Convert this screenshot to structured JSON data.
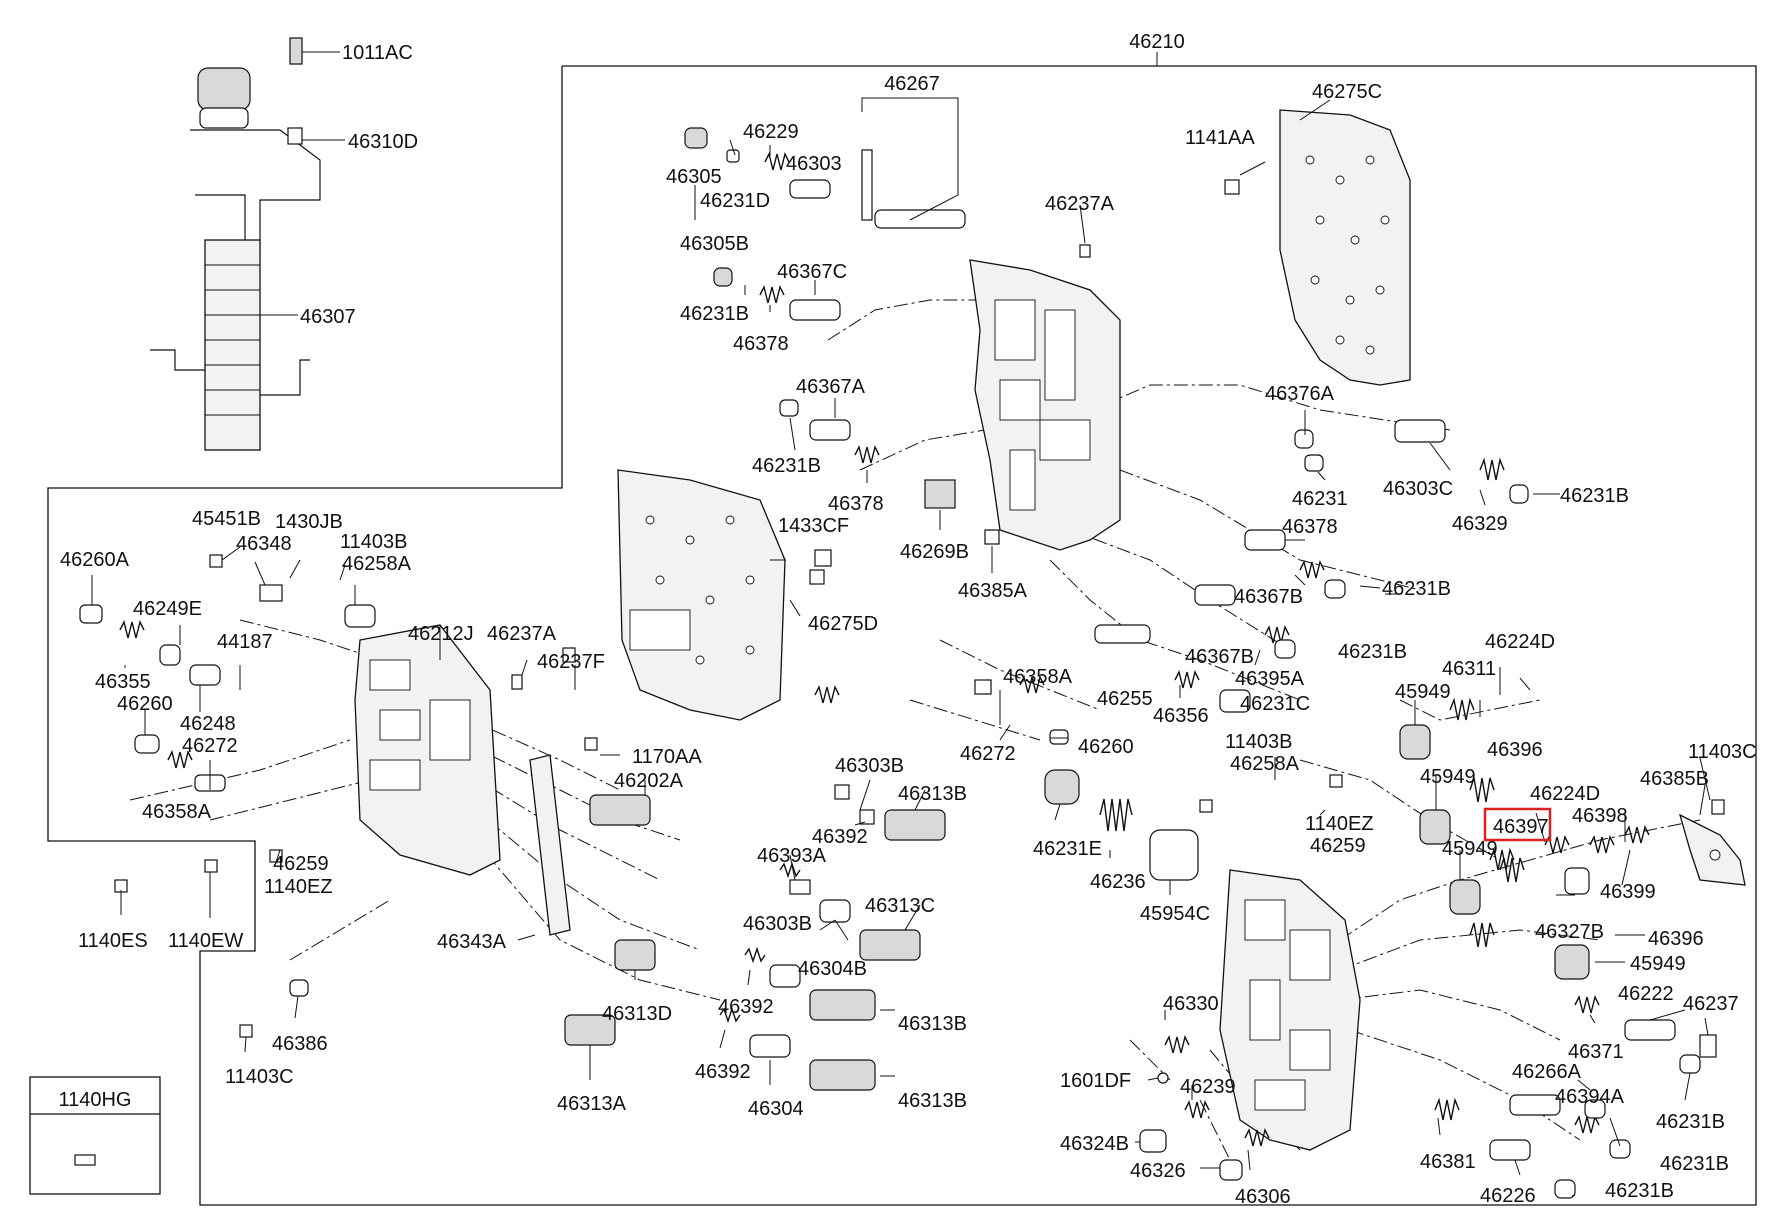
{
  "labels": {
    "p46210": "46210",
    "p1011AC": "1011AC",
    "p46310D": "46310D",
    "p46307": "46307",
    "p46267": "46267",
    "p46275C_top": "46275C",
    "p46229": "46229",
    "p46303_top": "46303",
    "p46305": "46305",
    "p46231D": "46231D",
    "p46305B": "46305B",
    "p1141AA": "1141AA",
    "p46237A_top": "46237A",
    "p46367C": "46367C",
    "p46231B_a": "46231B",
    "p46378_a": "46378",
    "p46367A": "46367A",
    "p46231B_b": "46231B",
    "p46378_b": "46378",
    "p46269B": "46269B",
    "p46385A": "46385A",
    "p46376A": "46376A",
    "p46231_mid": "46231",
    "p46303C": "46303C",
    "p46329": "46329",
    "p46231B_c": "46231B",
    "p46378_c": "46378",
    "p46367B_a": "46367B",
    "p46231B_d": "46231B",
    "p46367B_b": "46367B",
    "p46231B_e": "46231B",
    "p46395A": "46395A",
    "p46231C": "46231C",
    "p46255": "46255",
    "p46356": "46356",
    "p1433CF": "1433CF",
    "p46275D": "46275D",
    "p45451B": "45451B",
    "p1430JB": "1430JB",
    "p11403B_a": "11403B",
    "p46348": "46348",
    "p46258A_a": "46258A",
    "p46260A": "46260A",
    "p46249E": "46249E",
    "p46212J": "46212J",
    "p46237A_mid": "46237A",
    "p44187": "44187",
    "p46237F": "46237F",
    "p46355": "46355",
    "p46260_a": "46260",
    "p46248": "46248",
    "p46272_a": "46272",
    "p46358A_a": "46358A",
    "p46358A_b": "46358A",
    "p46272_b": "46272",
    "p46260_b": "46260",
    "p1170AA": "1170AA",
    "p46202A": "46202A",
    "p11403B_b": "11403B",
    "p46258A_b": "46258A",
    "p1140EZ_a": "1140EZ",
    "p46259_a": "46259",
    "p46303B_a": "46303B",
    "p46313B_a": "46313B",
    "p46392_a": "46392",
    "p46393A": "46393A",
    "p46303B_b": "46303B",
    "p46313C": "46313C",
    "p46304B": "46304B",
    "p46343A": "46343A",
    "p46313D": "46313D",
    "p46392_b": "46392",
    "p46313B_b": "46313B",
    "p46392_c": "46392",
    "p46313A": "46313A",
    "p46304": "46304",
    "p46313B_c": "46313B",
    "p1140ES": "1140ES",
    "p1140EW": "1140EW",
    "p46259_b": "46259",
    "p1140EZ_b": "1140EZ",
    "p46386": "46386",
    "p11403C_a": "11403C",
    "p1140HG": "1140HG",
    "p46231E": "46231E",
    "p46236": "46236",
    "p45954C": "45954C",
    "p45949_a": "45949",
    "p46311": "46311",
    "p46224D_a": "46224D",
    "p46396_a": "46396",
    "p45949_b": "45949",
    "p46224D_b": "46224D",
    "p46397": "46397",
    "p46398": "46398",
    "p45949_c": "45949",
    "p46399": "46399",
    "p11403C_b": "11403C",
    "p46385B": "46385B",
    "p46327B": "46327B",
    "p46396_b": "46396",
    "p45949_d": "45949",
    "p46222": "46222",
    "p46237": "46237",
    "p46371": "46371",
    "p46266A": "46266A",
    "p46394A": "46394A",
    "p46231B_f": "46231B",
    "p46231B_g": "46231B",
    "p46231B_h": "46231B",
    "p46330": "46330",
    "p1601DF": "1601DF",
    "p46239": "46239",
    "p46324B": "46324B",
    "p46326": "46326",
    "p46306": "46306",
    "p46381": "46381",
    "p46226": "46226"
  },
  "highlight": {
    "part": "46397",
    "color": "#dd2020"
  }
}
